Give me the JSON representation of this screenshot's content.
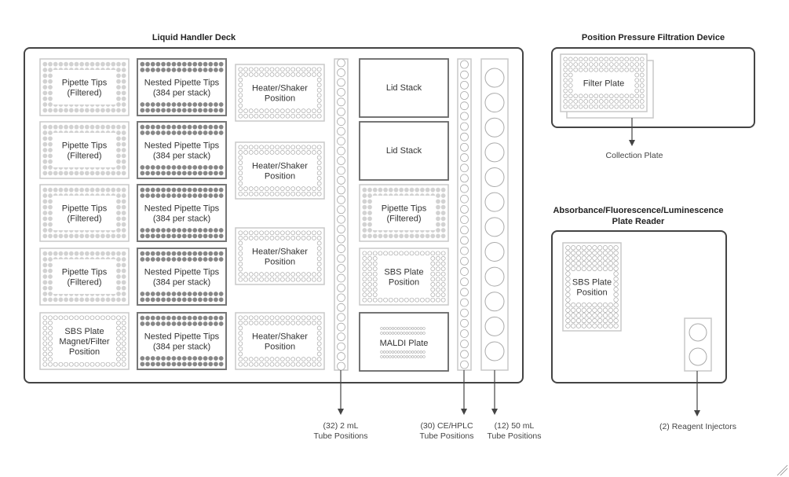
{
  "deck": {
    "title": "Liquid Handler Deck",
    "tips_filtered": [
      "Pipette Tips",
      "(Filtered)"
    ],
    "nested_tips": [
      "Nested Pipette Tips",
      "(384 per stack)"
    ],
    "heater_shaker": [
      "Heater/Shaker",
      "Position"
    ],
    "sbs_magnet": [
      "SBS Plate",
      "Magnet/Filter",
      "Position"
    ],
    "lid_stack": "Lid Stack",
    "sbs_plate": [
      "SBS Plate",
      "Position"
    ],
    "maldi": "MALDI Plate",
    "rack_2ml": [
      "(32) 2 mL",
      "Tube Positions"
    ],
    "rack_ce": [
      "(30) CE/HPLC",
      "Tube Positions"
    ],
    "rack_50ml": [
      "(12) 50 mL",
      "Tube Positions"
    ]
  },
  "filtration": {
    "title": "Position Pressure Filtration Device",
    "filter_plate": "Filter Plate",
    "collection": "Collection Plate"
  },
  "reader": {
    "title": [
      "Absorbance/Fluorescence/Luminescence",
      "Plate Reader"
    ],
    "sbs_plate": [
      "SBS Plate",
      "Position"
    ],
    "injectors": "(2) Reagent Injectors"
  },
  "colors": {
    "outline": "#444444",
    "light": "#c8c8c8",
    "dark_tip": "#888888",
    "light_tip": "#d2d2d2",
    "well": "#aaaaaa"
  }
}
